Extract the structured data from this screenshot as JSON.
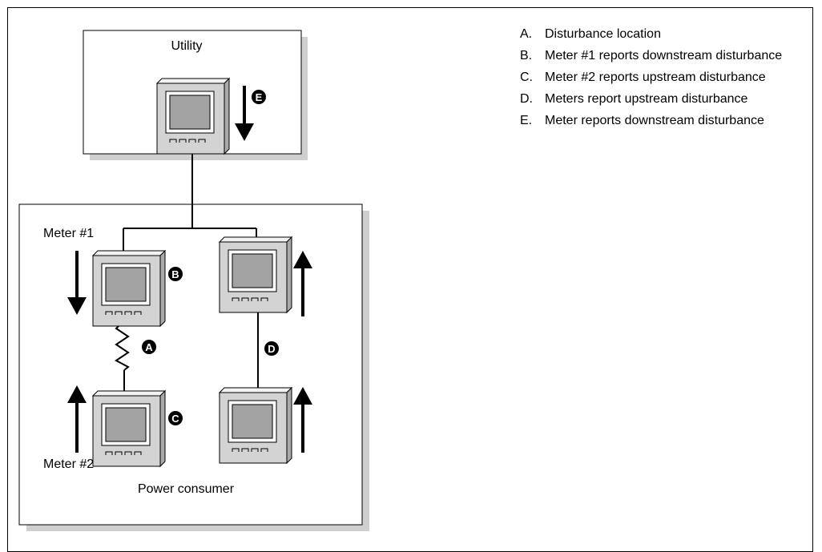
{
  "diagram": {
    "utility_label": "Utility",
    "meter1_label": "Meter #1",
    "meter2_label": "Meter #2",
    "consumer_label": "Power consumer",
    "markers": {
      "a": "A",
      "b": "B",
      "c": "C",
      "d": "D",
      "e": "E"
    }
  },
  "legend": [
    {
      "letter": "A.",
      "text": "Disturbance location"
    },
    {
      "letter": "B.",
      "text": "Meter #1 reports downstream disturbance"
    },
    {
      "letter": "C.",
      "text": "Meter #2 reports upstream disturbance"
    },
    {
      "letter": "D.",
      "text": "Meters report upstream disturbance"
    },
    {
      "letter": "E.",
      "text": "Meter reports downstream disturbance"
    }
  ]
}
